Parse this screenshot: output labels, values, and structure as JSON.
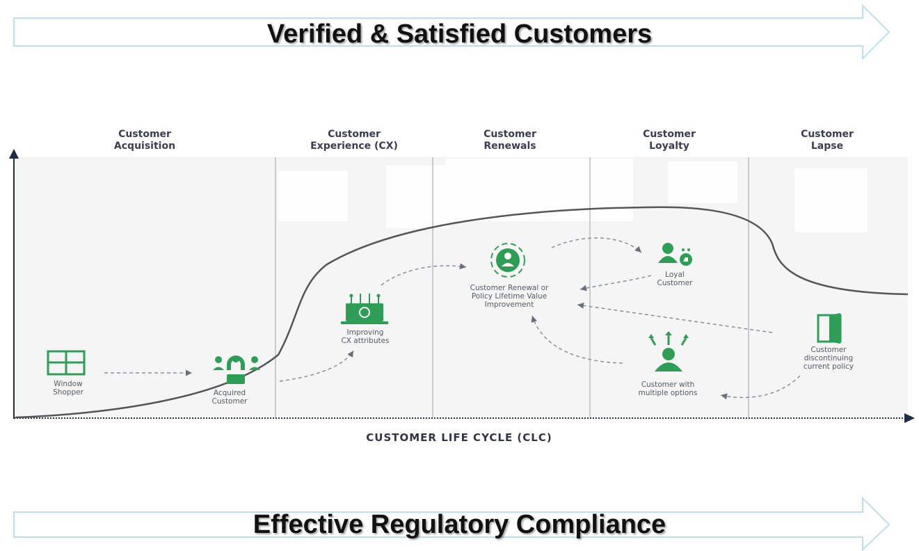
{
  "banners": {
    "top": "Verified & Satisfied Customers",
    "bottom": "Effective Regulatory Compliance"
  },
  "stages": [
    {
      "line1": "Customer",
      "line2": "Acquisition"
    },
    {
      "line1": "Customer",
      "line2": "Experience (CX)"
    },
    {
      "line1": "Customer",
      "line2": "Renewals"
    },
    {
      "line1": "Customer",
      "line2": "Loyalty"
    },
    {
      "line1": "Customer",
      "line2": "Lapse"
    }
  ],
  "nodes": {
    "window_shopper": "Window\nShopper",
    "acquired_customer": "Acquired\nCustomer",
    "improving_cx": "Improving\nCX attributes",
    "renewal": "Customer Renewal or\nPolicy Lifetime Value\nImprovement",
    "loyal_customer": "Loyal\nCustomer",
    "multiple_options": "Customer with\nmultiple options",
    "discontinuing": "Customer\ndiscontinuing\ncurrent policy"
  },
  "axis_title": "CUSTOMER LIFE CYCLE (CLC)",
  "icons": [
    "grid-icon",
    "magnet-customers-icon",
    "cx-laptop-icon",
    "gear-person-icon",
    "loyal-user-icon",
    "person-options-icon",
    "door-exit-icon"
  ],
  "colors": {
    "accent": "#2e9e57",
    "banner_outline": "#bcdff0",
    "curve": "#555555",
    "panel": "#f4f5f4"
  }
}
